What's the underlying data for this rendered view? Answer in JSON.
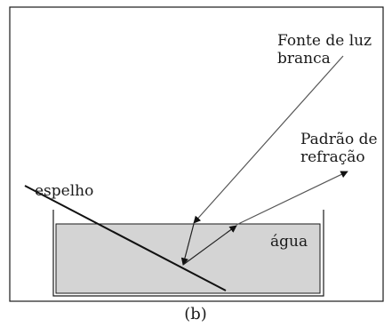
{
  "diagram": {
    "labels": {
      "light_source_line1": "Fonte de luz",
      "light_source_line2": "branca",
      "pattern_line1": "Padrão de",
      "pattern_line2": "refração",
      "mirror": "espelho",
      "water": "água"
    },
    "caption": "(b)",
    "colors": {
      "frame": "#1a1a1a",
      "water": "#d4d4d4",
      "ray": "#555555",
      "mirror": "#111111"
    }
  }
}
